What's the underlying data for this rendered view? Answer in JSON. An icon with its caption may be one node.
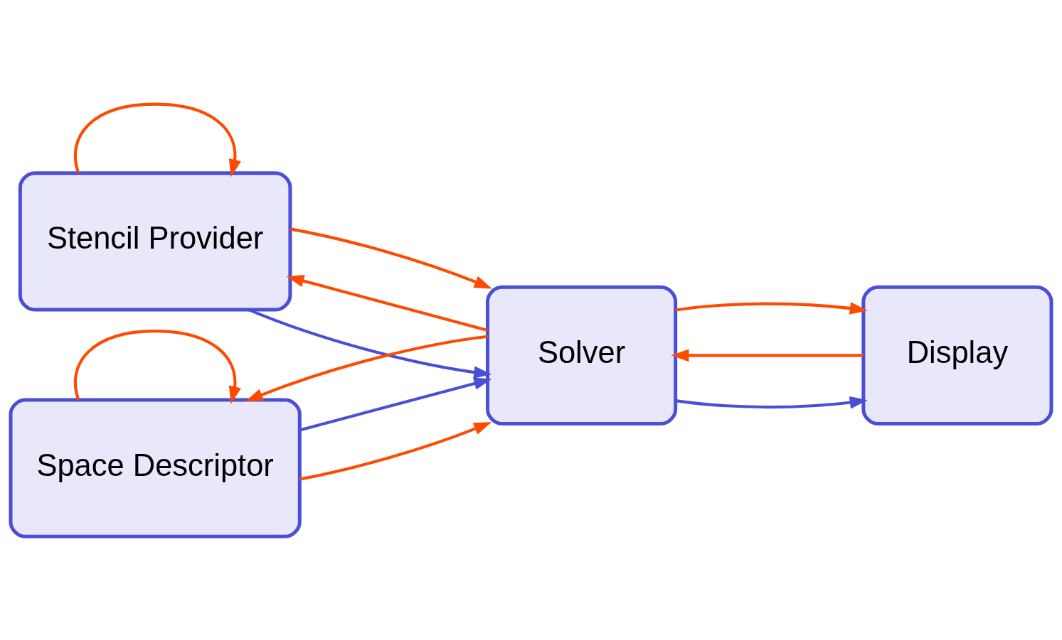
{
  "diagram": {
    "nodes": [
      {
        "text": [
          "Stencil Provider"
        ]
      },
      {
        "text": [
          "Space Descriptor"
        ]
      },
      {
        "text": [
          "Solver"
        ]
      },
      {
        "text": [
          "Display"
        ]
      }
    ],
    "edges": [
      {
        "from": 0,
        "to": 0,
        "arrow": "to"
      },
      {
        "from": 2,
        "to": 0,
        "arrow": "to"
      },
      {
        "from": 0,
        "to": 2,
        "arrow": "to",
        "color": "#4a4fd6"
      },
      {
        "from": 0,
        "to": 2,
        "arrow": "to"
      },
      {
        "from": 3,
        "to": 2,
        "arrow": "to"
      },
      {
        "from": 2,
        "to": 3,
        "arrow": "to",
        "color": "#4a4fd6"
      },
      {
        "from": 2,
        "to": 3,
        "arrow": "to"
      },
      {
        "from": 1,
        "to": 2,
        "arrow": "to"
      },
      {
        "from": 1,
        "to": 2,
        "arrow": "to",
        "color": "#4a4fd6"
      },
      {
        "from": 2,
        "to": 1,
        "arrow": "to"
      },
      {
        "from": 1,
        "to": 1,
        "arrow": "to"
      }
    ]
  }
}
